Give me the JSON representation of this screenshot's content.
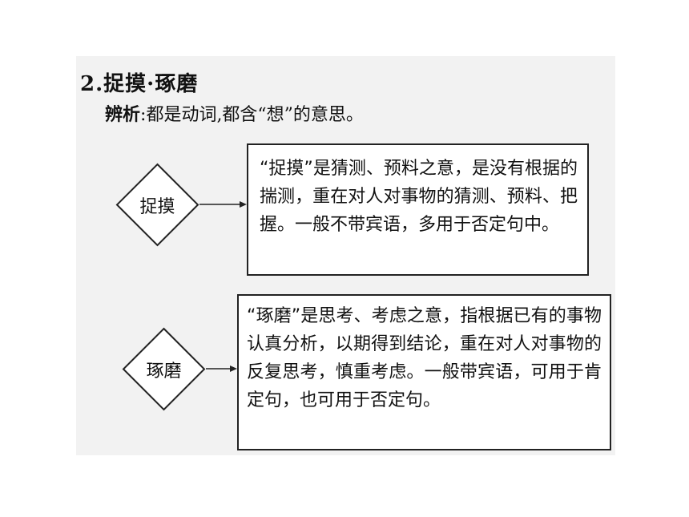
{
  "section": {
    "heading": "2.捉摸·琢磨",
    "analysis_label": "辨析",
    "analysis_separator": ":",
    "analysis_text": "都是动词,都含“想”的意思。"
  },
  "terms": [
    {
      "term": "捉摸",
      "explanation": "“捉摸”是猜测、预料之意，是没有根据的揣测，重在对人对事物的猜测、预料、把握。一般不带宾语，多用于否定句中。"
    },
    {
      "term": "琢磨",
      "explanation": "“琢磨”是思考、考虑之意，指根据已有的事物认真分析，以期得到结论，重在对人对事物的反复思考，慎重考虑。一般带宾语，可用于肯定句，也可用于否定句。"
    }
  ]
}
